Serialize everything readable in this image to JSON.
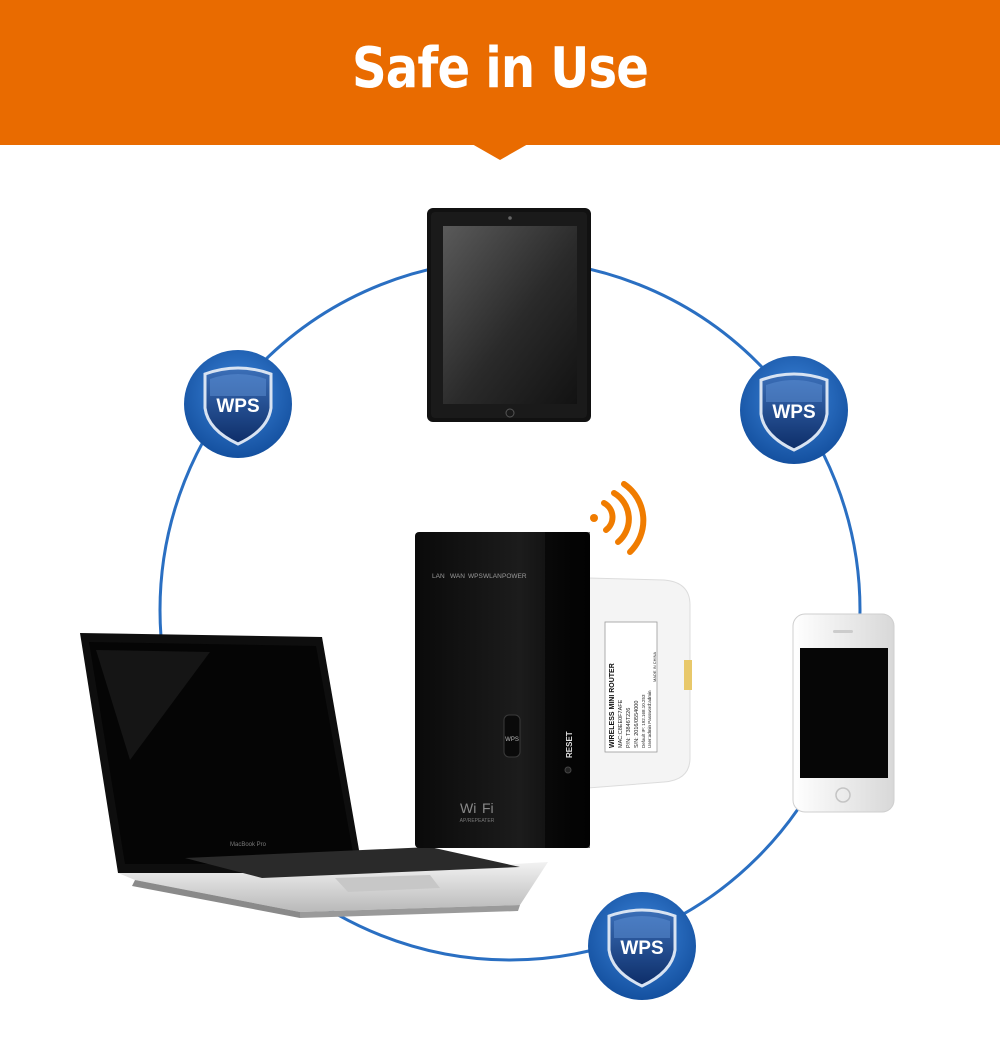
{
  "banner": {
    "title": "Safe in Use",
    "color": "#e96b00"
  },
  "badges": {
    "label": "WPS",
    "count": 3
  },
  "repeater": {
    "leds": [
      "LAN",
      "WAN",
      "WPS",
      "WLAN",
      "POWER"
    ],
    "wps_button": "WPS",
    "reset_label": "RESET",
    "brand_top": "Wi",
    "brand_bottom": "Fi",
    "brand_sub": "AP/REPEATER",
    "label_lines": [
      "WIRELESS MINI ROUTER",
      "MAC:C8EE0F7AFE",
      "P/N: T3846T226",
      "S/N: 2016/0554000",
      "Default IP: 192.168.10.253",
      "User:admin Password:admin",
      "MADE IN CHINA"
    ]
  },
  "laptop": {
    "brand": "MacBook Pro"
  },
  "colors": {
    "circle": "#2a6fc2",
    "badge_blue": "#1e5fb0",
    "signal": "#f07c00"
  }
}
